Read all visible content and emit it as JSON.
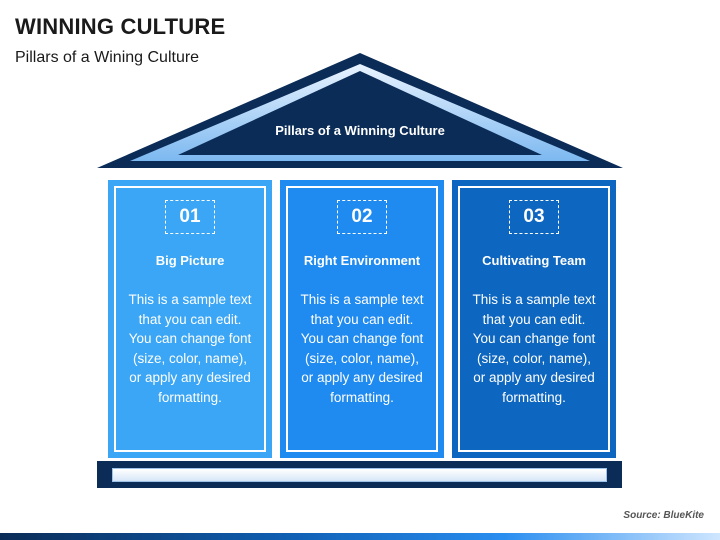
{
  "page": {
    "title": "WINNING CULTURE",
    "subtitle": "Pillars of a Wining Culture",
    "source": "Source: BlueKite"
  },
  "roof": {
    "label": "Pillars of a Winning Culture",
    "color": "#0b2c57"
  },
  "pillars": [
    {
      "number": "01",
      "title": "Big Picture",
      "text": "This is a sample text that you can edit. You can change font (size, color, name), or apply any desired formatting.",
      "color": "#3aa6f5"
    },
    {
      "number": "02",
      "title": "Right Environment",
      "text": "This is a sample text that you can edit. You can change font (size, color, name), or apply any desired formatting.",
      "color": "#1f8af0"
    },
    {
      "number": "03",
      "title": "Cultivating Team",
      "text": "This is a sample text that you can edit. You can change font (size, color, name), or apply any desired formatting.",
      "color": "#0d66bf"
    }
  ]
}
